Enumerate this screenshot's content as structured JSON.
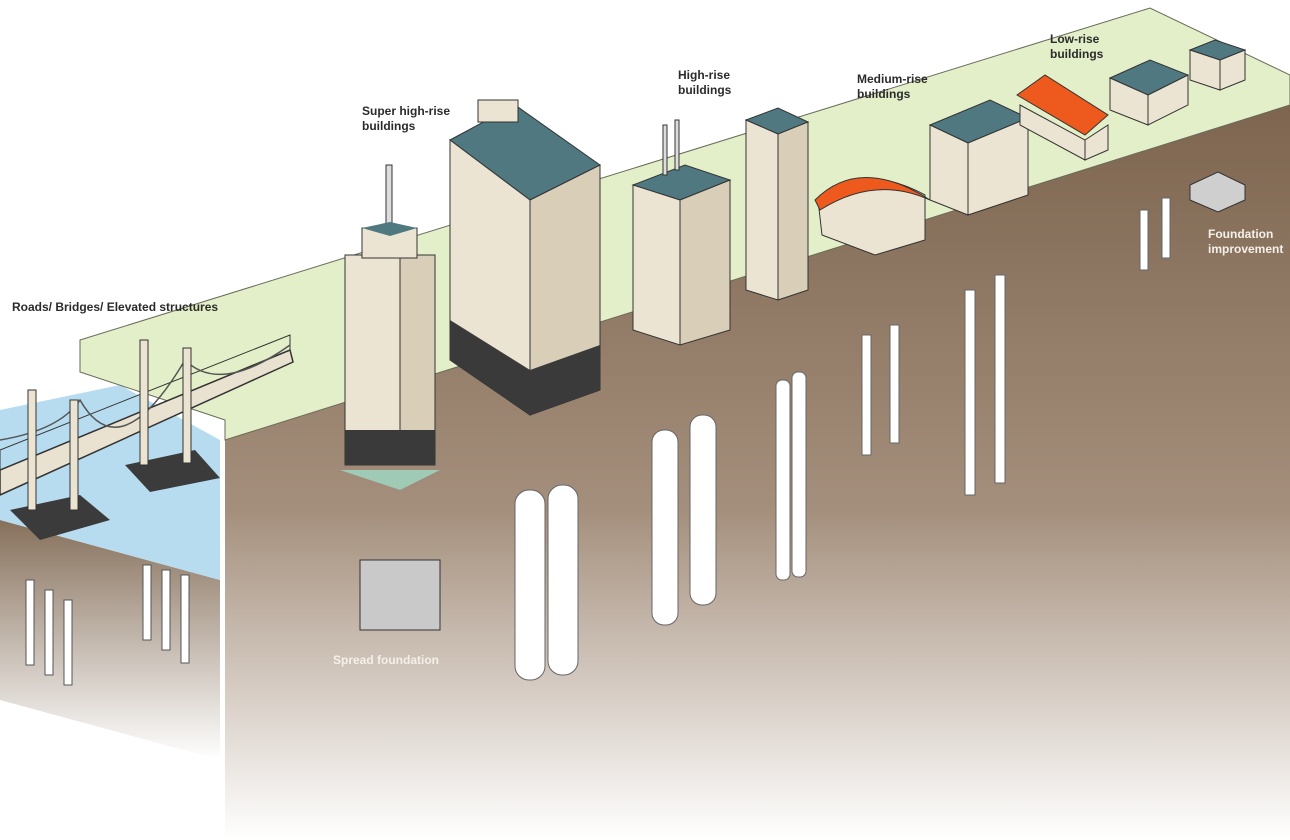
{
  "labels": {
    "roads": "Roads/ Bridges/ Elevated structures",
    "super_high_rise": [
      "Super high-rise",
      "buildings"
    ],
    "high_rise": [
      "High-rise",
      "buildings"
    ],
    "medium_rise": [
      "Medium-rise",
      "buildings"
    ],
    "low_rise": [
      "Low-rise",
      "buildings"
    ],
    "spread_foundation": "Spread foundation",
    "foundation_improvement": [
      "Foundation",
      "improvement"
    ]
  },
  "colors": {
    "ground_top": "#e3efc8",
    "soil": "#8c7560",
    "water": "#b7dcef",
    "building_wall": "#ece4d2",
    "roof": "#4f7880",
    "roof_orange": "#ee5a1e",
    "pile": "#ffffff"
  }
}
